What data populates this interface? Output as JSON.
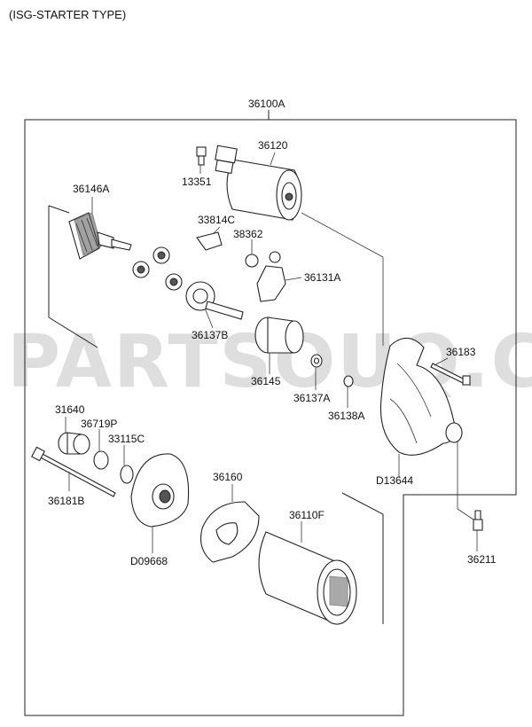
{
  "title": "(ISG-STARTER TYPE)",
  "watermark": "PARTSOUQ.COM",
  "labels": {
    "assembly": "36100A",
    "p36120": "36120",
    "p13351": "13351",
    "p36146A": "36146A",
    "p33814C": "33814C",
    "p38362": "38362",
    "p36131A": "36131A",
    "p36137B": "36137B",
    "p36145": "36145",
    "p36137A": "36137A",
    "p36138A": "36138A",
    "p36183": "36183",
    "pD13644": "D13644",
    "p31640": "31640",
    "p36719P": "36719P",
    "p33115C": "33115C",
    "p36181B": "36181B",
    "pD09668": "D09668",
    "p36160": "36160",
    "p36110F": "36110F",
    "p36211": "36211"
  }
}
